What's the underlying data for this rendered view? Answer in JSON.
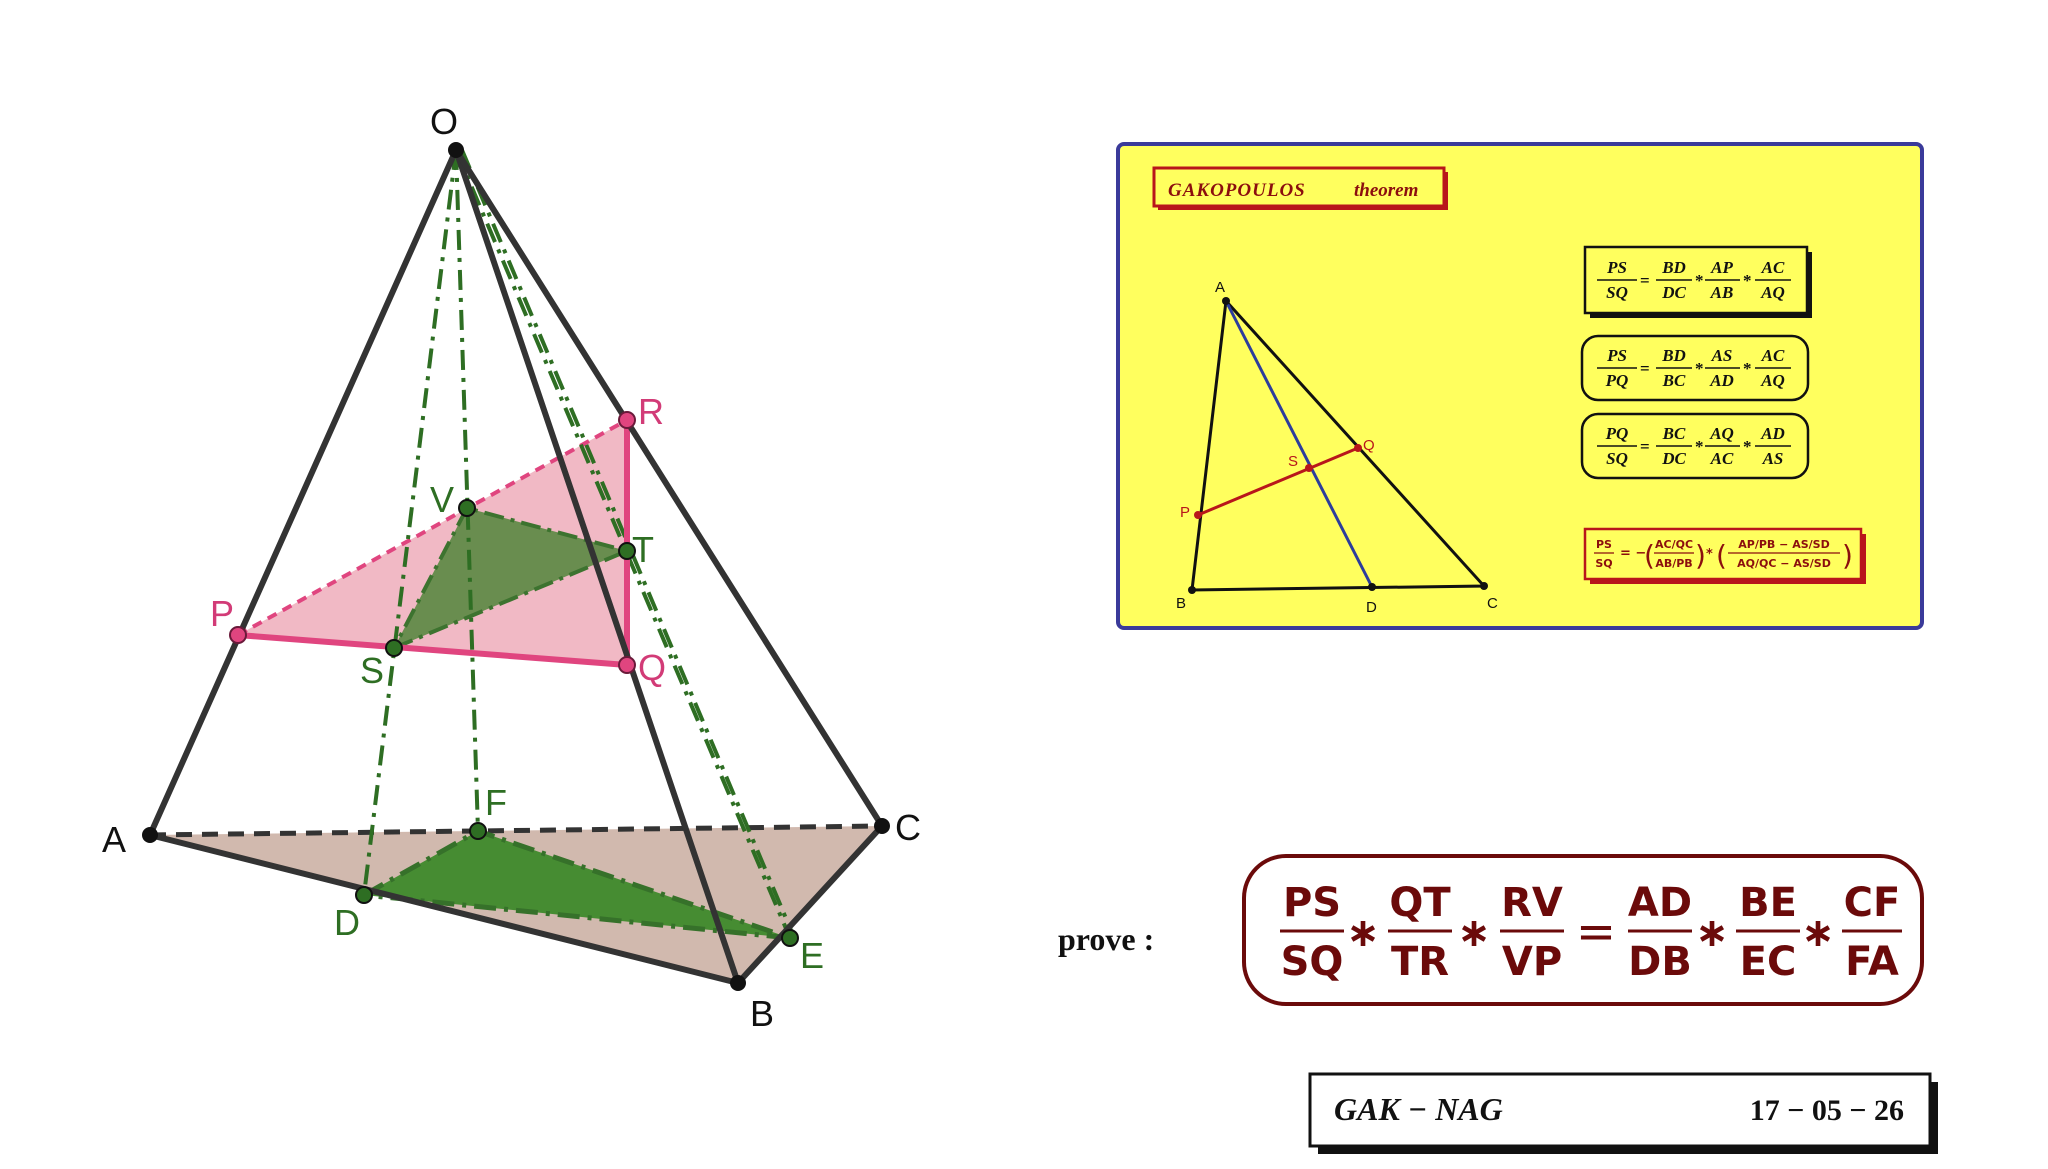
{
  "diagram": {
    "vertex_labels": {
      "O": "O",
      "A": "A",
      "B": "B",
      "C": "C",
      "R": "R",
      "T": "T",
      "Q": "Q",
      "P": "P",
      "S": "S",
      "V": "V",
      "F": "F",
      "D": "D",
      "E": "E"
    }
  },
  "theorem_box": {
    "title_name": "GAKOPOULOS",
    "title_word": "theorem",
    "triangle_labels": {
      "A": "A",
      "B": "B",
      "C": "C",
      "D": "D",
      "P": "P",
      "Q": "Q",
      "S": "S"
    },
    "formula1": {
      "lhs_num": "PS",
      "lhs_den": "SQ",
      "t1_num": "BD",
      "t1_den": "DC",
      "t2_num": "AP",
      "t2_den": "AB",
      "t3_num": "AC",
      "t3_den": "AQ"
    },
    "formula2": {
      "lhs_num": "PS",
      "lhs_den": "PQ",
      "t1_num": "BD",
      "t1_den": "BC",
      "t2_num": "AS",
      "t2_den": "AD",
      "t3_num": "AC",
      "t3_den": "AQ"
    },
    "formula3": {
      "lhs_num": "PQ",
      "lhs_den": "SQ",
      "t1_num": "BC",
      "t1_den": "DC",
      "t2_num": "AQ",
      "t2_den": "AC",
      "t3_num": "AD",
      "t3_den": "AS"
    },
    "formula4": {
      "lhs_num": "PS",
      "lhs_den": "SQ",
      "t1_num": "AC/QC",
      "t1_den": "AB/PB",
      "t2_num": "AP/PB − AS/SD",
      "t2_den": "AQ/QC − AS/SD"
    }
  },
  "prove": {
    "label": "prove :",
    "fractions": [
      {
        "num": "PS",
        "den": "SQ"
      },
      {
        "num": "QT",
        "den": "TR"
      },
      {
        "num": "RV",
        "den": "VP"
      },
      {
        "num": "AD",
        "den": "DB"
      },
      {
        "num": "BE",
        "den": "EC"
      },
      {
        "num": "CF",
        "den": "FA"
      }
    ],
    "times": "∗",
    "equals": "="
  },
  "signature": {
    "left": "GAK − NAG",
    "right": "17 − 05 − 26"
  },
  "colors": {
    "edge": "#333333",
    "pink": "#e0457f",
    "pink_fill": "#efb1bf",
    "green": "#2e6e23",
    "green_fill": "#3f7f2a",
    "base_fill": "#cfb5aa",
    "panel": "#ffff5e",
    "panel_border": "#3a3a9a",
    "maroon": "#6b0a0a",
    "red": "#b8161b",
    "blue": "#2c3d9c"
  }
}
